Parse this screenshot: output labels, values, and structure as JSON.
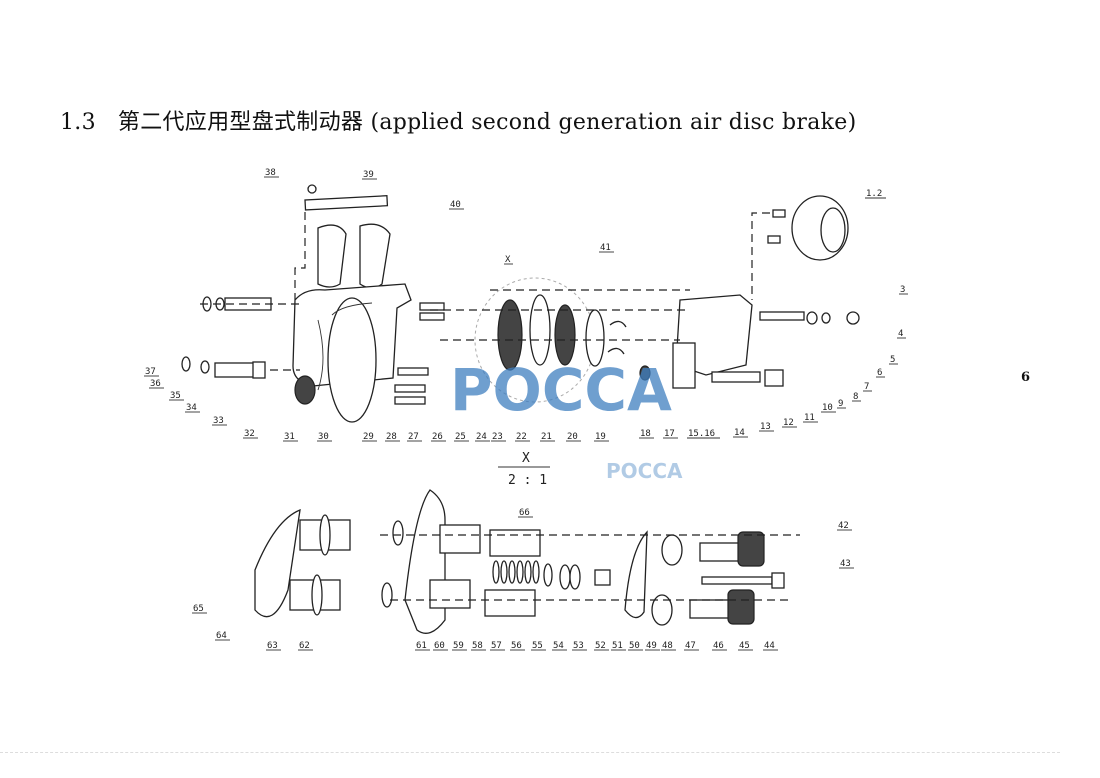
{
  "title": {
    "section": "1.3",
    "text": "第二代应用型盘式制动器 (applied second generation air disc brake)"
  },
  "page_number": "6",
  "watermark": "POCCA",
  "detail": {
    "view": "X",
    "scale": "2 : 1"
  },
  "top_labels": [
    "38",
    "39",
    "40",
    "X",
    "41",
    "1.2",
    "3",
    "4",
    "5",
    "6",
    "7",
    "8",
    "9",
    "10",
    "11",
    "12",
    "13",
    "14",
    "15.16",
    "17",
    "18",
    "19",
    "20",
    "21",
    "22",
    "23",
    "24",
    "25",
    "26",
    "27",
    "28",
    "29",
    "30",
    "31",
    "32",
    "33",
    "34",
    "35",
    "36",
    "37"
  ],
  "bottom_labels": [
    "42",
    "43",
    "44",
    "45",
    "46",
    "47",
    "48",
    "49",
    "50",
    "51",
    "52",
    "53",
    "54",
    "55",
    "56",
    "57",
    "58",
    "59",
    "60",
    "61",
    "62",
    "63",
    "64",
    "65",
    "66"
  ]
}
